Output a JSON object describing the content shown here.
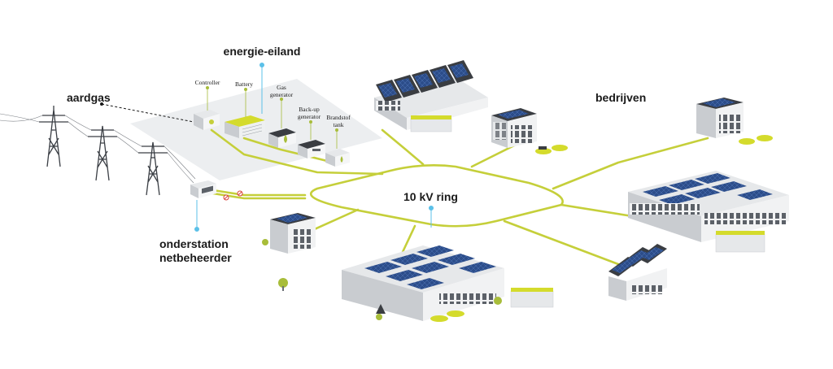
{
  "labels": {
    "energy_island": "energie-eiland",
    "natural_gas": "aardgas",
    "companies": "bedrijven",
    "ring": "10 kV ring",
    "substation_line1": "onderstation",
    "substation_line2": "netbeheerder",
    "controller": "Controller",
    "battery": "Battery",
    "gas_gen_line1": "Gas",
    "gas_gen_line2": "generator",
    "backup_line1": "Back-up",
    "backup_line2": "generator",
    "fuel_line1": "Brandstof",
    "fuel_line2": "tank"
  },
  "colors": {
    "cable": "#c5cf3a",
    "accent_blue": "#5bc0e8",
    "solar": "#2c4d8a",
    "building_wall": "#f1f2f3",
    "building_side": "#c9ccd0",
    "roof": "#3a3d42",
    "car": "#d4db2c",
    "tree": "#a8bd3a"
  },
  "icons": [
    "pylon-icon",
    "car-icon",
    "tree-icon",
    "solar-panel-icon",
    "battery-icon",
    "flame-icon"
  ]
}
